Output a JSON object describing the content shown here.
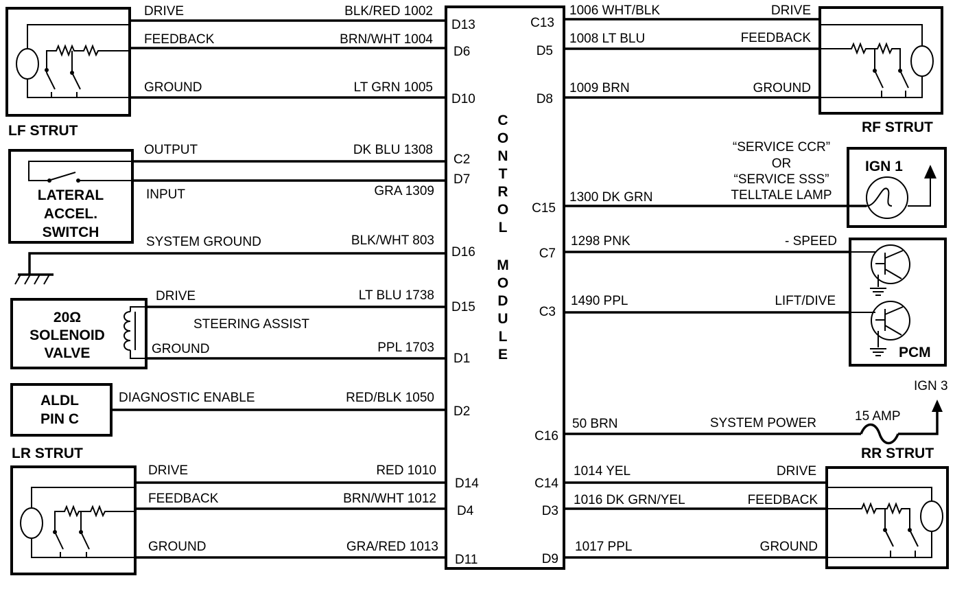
{
  "control_module": {
    "letters": [
      "C",
      "O",
      "N",
      "T",
      "R",
      "O",
      "L",
      "M",
      "O",
      "D",
      "U",
      "L",
      "E"
    ]
  },
  "components": {
    "lf_strut": "LF STRUT",
    "rf_strut": "RF STRUT",
    "lr_strut": "LR STRUT",
    "rr_strut": "RR STRUT",
    "lateral_switch": [
      "LATERAL",
      "ACCEL.",
      "SWITCH"
    ],
    "solenoid": [
      "20Ω",
      "SOLENOID",
      "VALVE"
    ],
    "aldl": [
      "ALDL",
      "PIN C"
    ],
    "ign1": "IGN 1",
    "pcm": "PCM",
    "ign3": "IGN 3",
    "fuse": "15 AMP",
    "telltale": [
      "“SERVICE CCR”",
      "OR",
      "“SERVICE SSS”",
      "TELLTALE LAMP"
    ],
    "steering_assist": "STEERING ASSIST"
  },
  "left_circuits": [
    {
      "function": "DRIVE",
      "wire": "BLK/RED 1002",
      "pin": "D13"
    },
    {
      "function": "FEEDBACK",
      "wire": "BRN/WHT 1004",
      "pin": "D6"
    },
    {
      "function": "GROUND",
      "wire": "LT GRN 1005",
      "pin": "D10"
    },
    {
      "function": "OUTPUT",
      "wire": "DK BLU 1308",
      "pin": "C2"
    },
    {
      "function": "INPUT",
      "wire": "GRA 1309",
      "pin": "D7"
    },
    {
      "function": "SYSTEM GROUND",
      "wire": "BLK/WHT 803",
      "pin": "D16"
    },
    {
      "function": "DRIVE",
      "wire": "LT BLU 1738",
      "pin": "D15"
    },
    {
      "function": "GROUND",
      "wire": "PPL 1703",
      "pin": "D1"
    },
    {
      "function": "DIAGNOSTIC ENABLE",
      "wire": "RED/BLK 1050",
      "pin": "D2"
    },
    {
      "function": "DRIVE",
      "wire": "RED 1010",
      "pin": "D14"
    },
    {
      "function": "FEEDBACK",
      "wire": "BRN/WHT 1012",
      "pin": "D4"
    },
    {
      "function": "GROUND",
      "wire": "GRA/RED 1013",
      "pin": "D11"
    }
  ],
  "right_circuits": [
    {
      "function": "DRIVE",
      "wire": "1006 WHT/BLK",
      "pin": "C13"
    },
    {
      "function": "FEEDBACK",
      "wire": "1008 LT BLU",
      "pin": "D5"
    },
    {
      "function": "GROUND",
      "wire": "1009 BRN",
      "pin": "D8"
    },
    {
      "function": "",
      "wire": "1300 DK GRN",
      "pin": "C15"
    },
    {
      "function": "- SPEED",
      "wire": "1298 PNK",
      "pin": "C7"
    },
    {
      "function": "LIFT/DIVE",
      "wire": "1490 PPL",
      "pin": "C3"
    },
    {
      "function": "SYSTEM POWER",
      "wire": "50 BRN",
      "pin": "C16"
    },
    {
      "function": "DRIVE",
      "wire": "1014 YEL",
      "pin": "C14"
    },
    {
      "function": "FEEDBACK",
      "wire": "1016 DK GRN/YEL",
      "pin": "D3"
    },
    {
      "function": "GROUND",
      "wire": "1017 PPL",
      "pin": "D9"
    }
  ]
}
